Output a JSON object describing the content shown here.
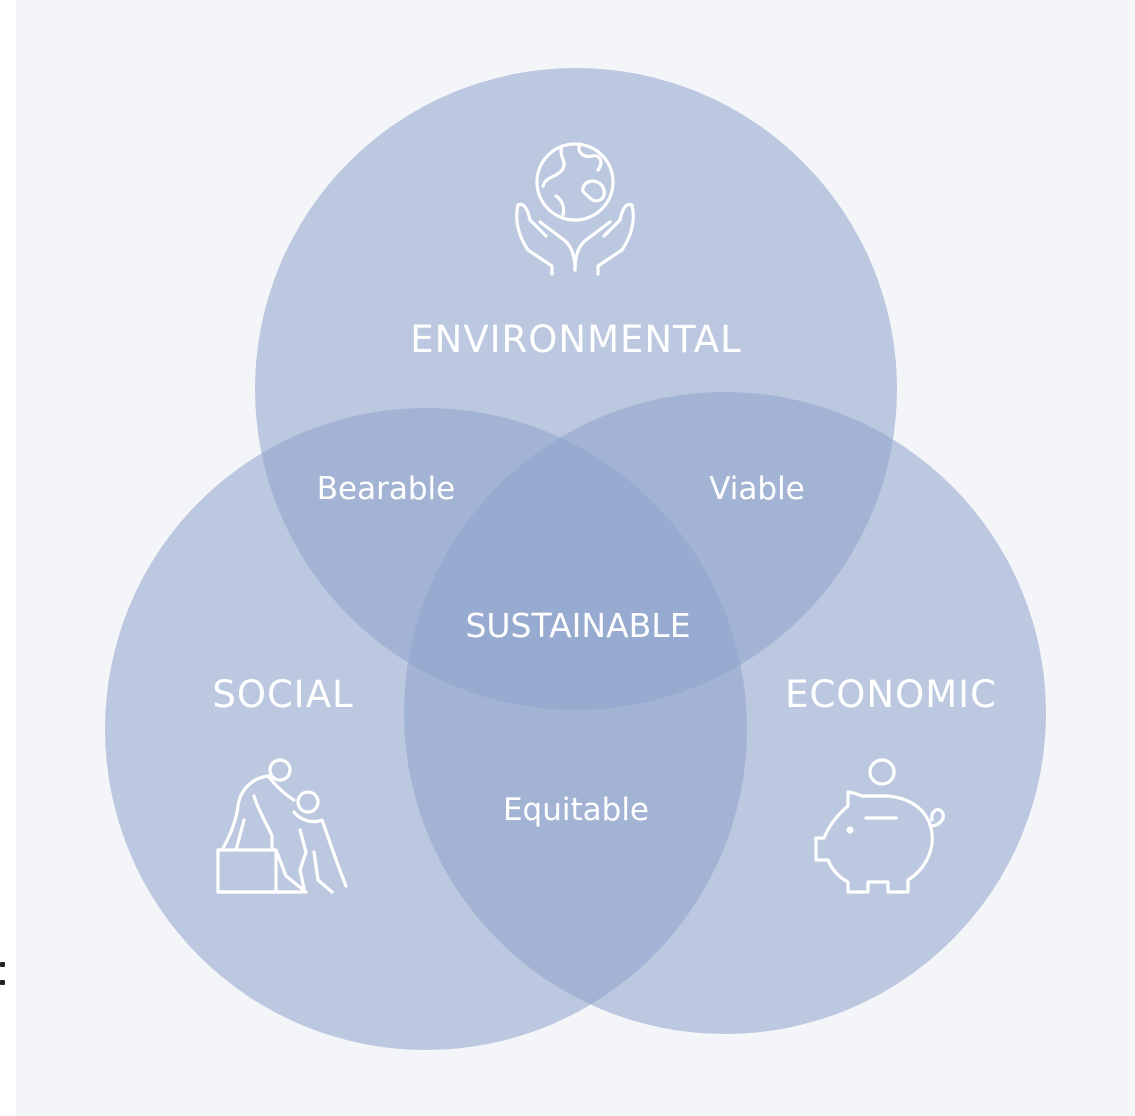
{
  "diagram": {
    "type": "venn",
    "sets": [
      {
        "label": "ENVIRONMENTAL",
        "icon": "globe-in-hands-icon"
      },
      {
        "label": "SOCIAL",
        "icon": "people-helping-icon"
      },
      {
        "label": "ECONOMIC",
        "icon": "piggy-bank-icon"
      }
    ],
    "intersections": {
      "environmental_social": "Bearable",
      "environmental_economic": "Viable",
      "social_economic": "Equitable",
      "all": "SUSTAINABLE"
    },
    "colors": {
      "background": "#f4f5f9",
      "circle_fill": "#8ea3ca",
      "text": "#ffffff"
    }
  }
}
